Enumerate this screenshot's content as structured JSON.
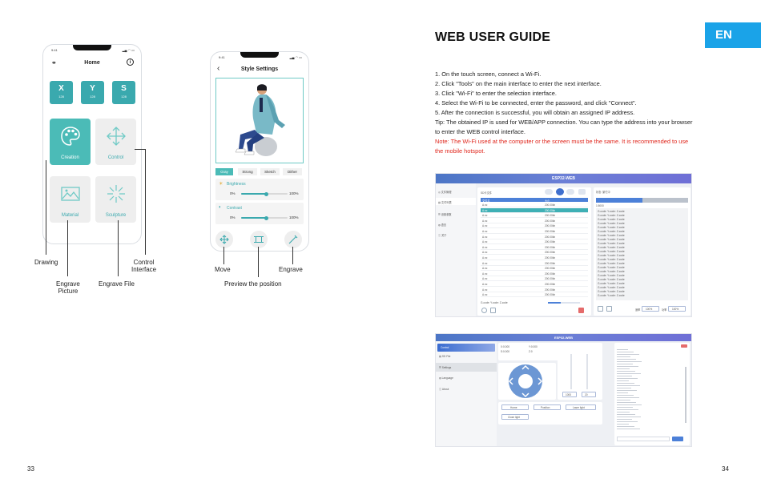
{
  "left_page": {
    "page_number": "33",
    "phone_home": {
      "time": "9:41",
      "title": "Home",
      "xys": [
        {
          "letter": "X",
          "value": "128"
        },
        {
          "letter": "Y",
          "value": "128"
        },
        {
          "letter": "S",
          "value": "128"
        }
      ],
      "tiles": [
        {
          "label": "Creation",
          "icon": "palette-icon",
          "active": true
        },
        {
          "label": "Control",
          "icon": "move-arrows-icon",
          "active": false
        },
        {
          "label": "Material",
          "icon": "image-icon",
          "active": false
        },
        {
          "label": "Sculpture",
          "icon": "burst-icon",
          "active": false
        }
      ]
    },
    "phone_style": {
      "time": "9:41",
      "title": "Style Settings",
      "modes": [
        "Gray",
        "Strong",
        "Sketch",
        "Dither"
      ],
      "selected_mode": "Gray",
      "brightness": {
        "label": "Brightness",
        "min": "0%",
        "max": "100%",
        "value": 0.55
      },
      "contrast": {
        "label": "Contrast",
        "min": "0%",
        "max": "100%",
        "value": 0.55
      }
    },
    "callouts": {
      "drawing": "Drawing",
      "control_interface": [
        "Control",
        "Interface"
      ],
      "engrave_picture": [
        "Engrave",
        "Picture"
      ],
      "engrave_file": "Engrave File",
      "move": "Move",
      "engrave": "Engrave",
      "preview": "Preview the position"
    }
  },
  "right_page": {
    "page_number": "34",
    "lang_badge": "EN",
    "heading": "WEB USER GUIDE",
    "steps": [
      "1. On the touch screen, connect a Wi-Fi.",
      "2. Click \"Tools\" on the main interface to enter the next interface.",
      "3. Click \"Wi-Fi\" to enter the selection interface.",
      "4. Select the Wi-Fi to be connected, enter the password, and click \"Connect\".",
      "5. After the connection is successful, you will obtain an assigned IP address.",
      "Tip: The obtained IP is used for WEB/APP connection. You can type the address into your browser",
      "to enter the WEB control interface."
    ],
    "note": [
      "Note: The Wi-Fi used at the computer or the screen must be the same. It is recommended to use",
      "the mobile hotspot."
    ],
    "screenshot1": {
      "title": "ESP32-WEB",
      "sidebar": [
        "文件管理",
        "文件列表",
        "设置参数",
        "语言",
        "关于"
      ],
      "table_headers": [
        "文件名",
        "大小"
      ],
      "file_name": "A.nc",
      "file_size": "200.00kb",
      "status": "状态: 繁忙中",
      "log_line": "G-code: Y-code: Z-code",
      "progress_label": "1:5000",
      "speed_label": "速率",
      "speed_value": "100%",
      "power_label": "功率",
      "power_value": "100%"
    },
    "screenshot2": {
      "title": "ESP32-WEB",
      "sidebar": [
        "Control",
        "SD File",
        "Settings",
        "Language",
        "About"
      ],
      "coords": [
        "X:0.000",
        "Y:0.000",
        "S:0.000",
        "Z:0"
      ],
      "buttons": [
        "Home",
        "Position",
        "Laser light",
        "Close light"
      ],
      "jog_values": [
        "1000",
        "20"
      ]
    }
  }
}
